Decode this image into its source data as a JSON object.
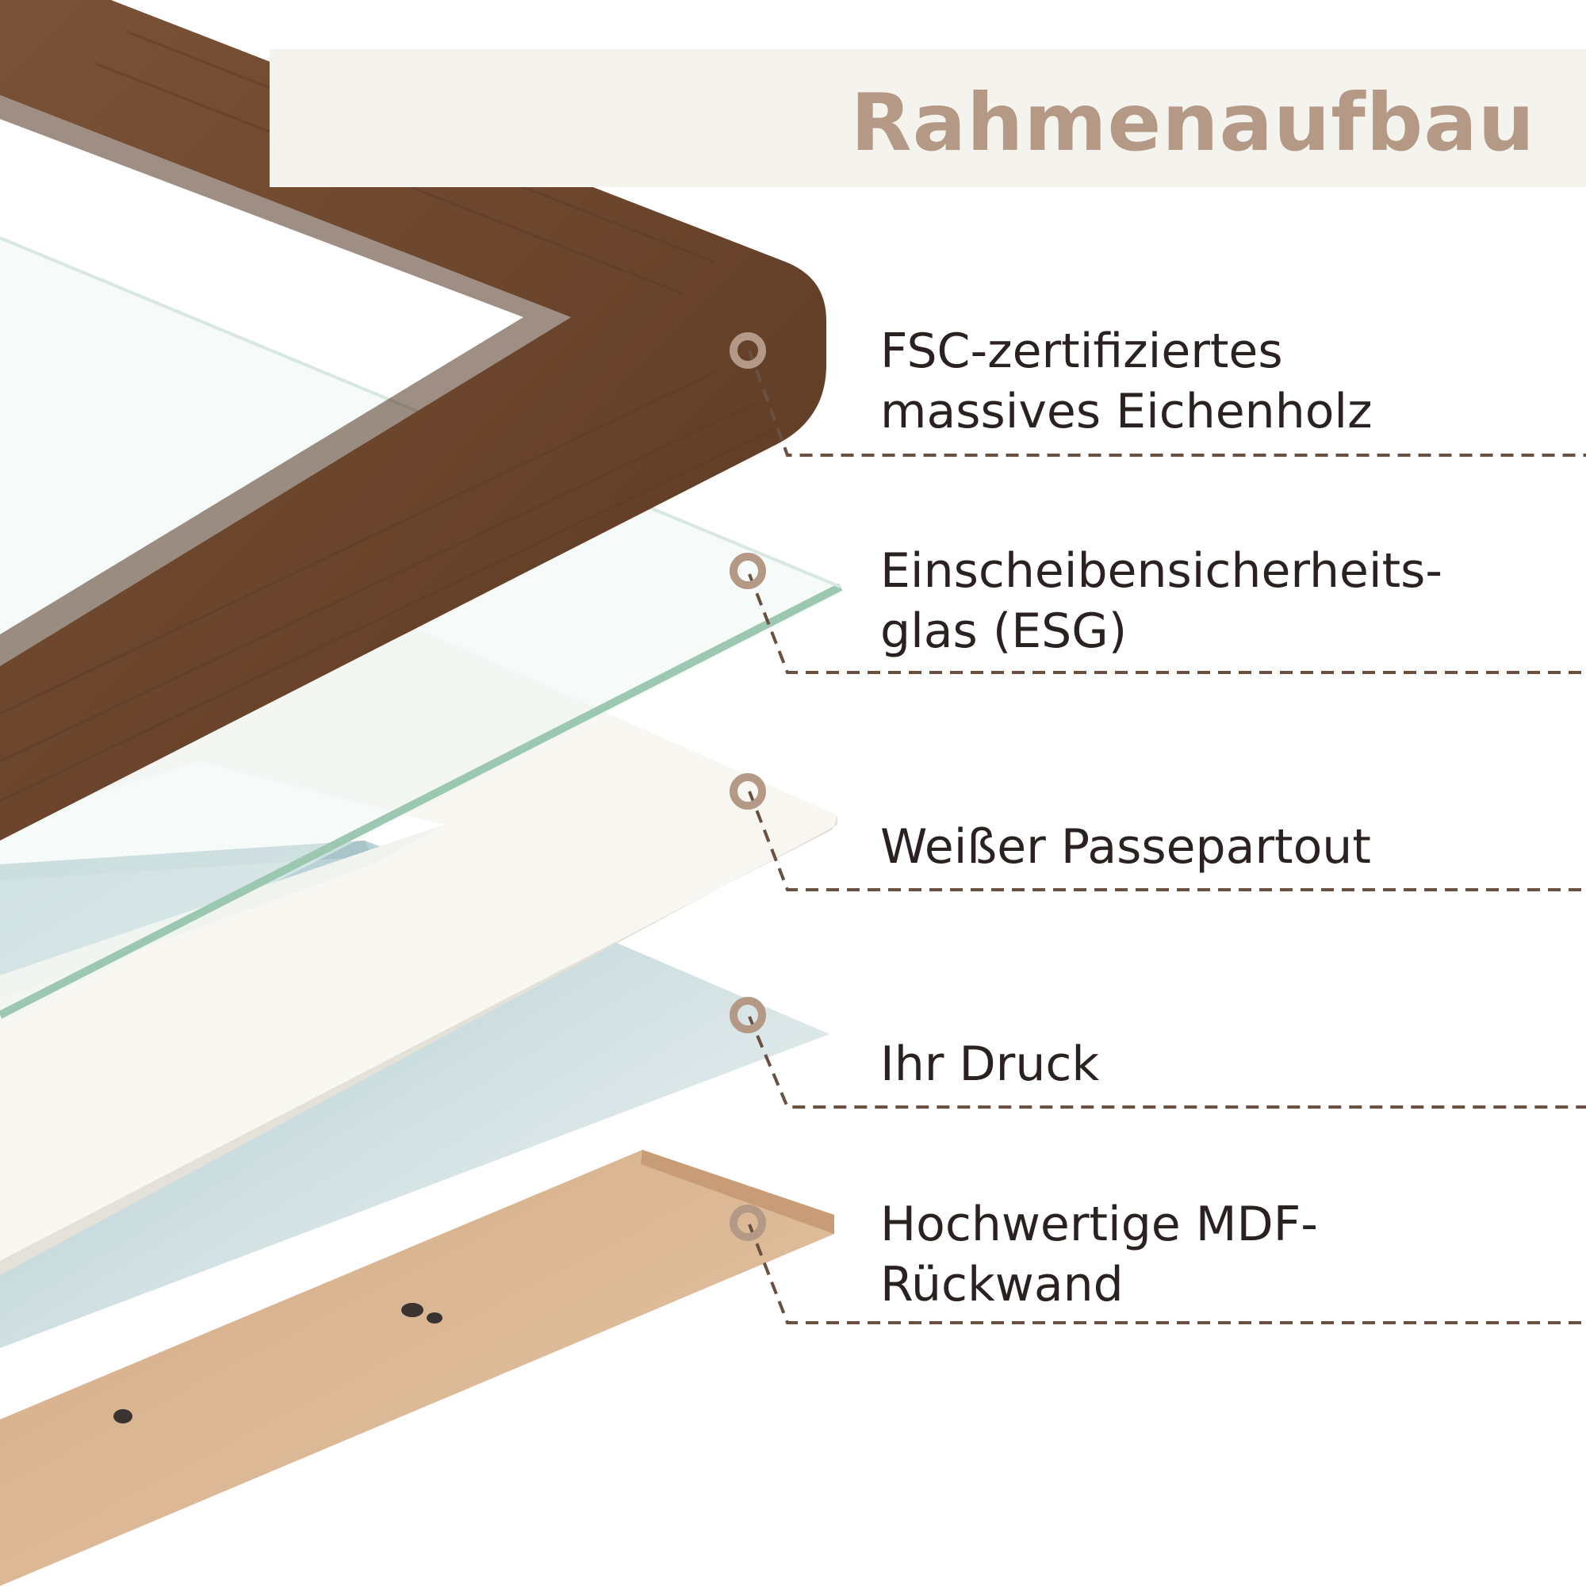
{
  "title": "Rahmenaufbau",
  "layers": [
    {
      "lines": [
        "FSC-zertifiziertes",
        "massives Eichenholz"
      ]
    },
    {
      "lines": [
        "Einscheibensicherheits-",
        "glas (ESG)"
      ]
    },
    {
      "lines": [
        "Weißer Passepartout"
      ]
    },
    {
      "lines": [
        "Ihr Druck"
      ]
    },
    {
      "lines": [
        "Hochwertige MDF-",
        "Rückwand"
      ]
    }
  ],
  "colors": {
    "title": "#b49a86",
    "title_band": "#f4f3ee",
    "frame_wood": "#6f4a31",
    "glass_edge": "#9cc7b0",
    "mat": "#f8f7f1",
    "print_sky": "#bcd4d8",
    "mdf": "#d9b593",
    "leader": "#6a5040",
    "text": "#2a2220"
  }
}
